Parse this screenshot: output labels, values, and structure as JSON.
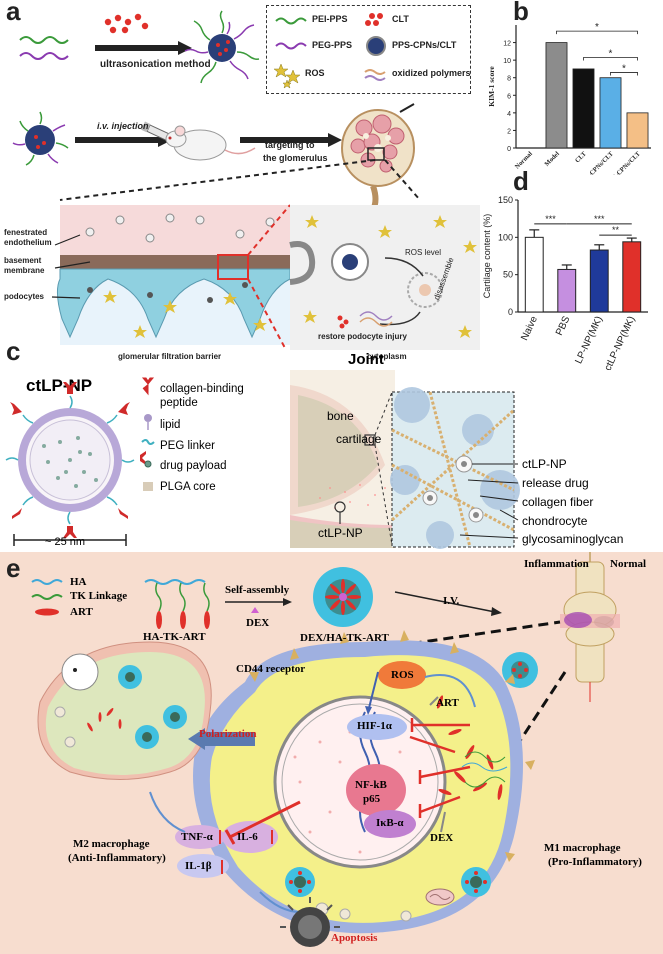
{
  "panel_a": {
    "label": "a",
    "method": "ultrasonication method",
    "legend": [
      "PEI-PPS",
      "CLT",
      "PEG-PPS",
      "PPS-CPNs/CLT",
      "ROS",
      "oxidized polymers"
    ],
    "iv": "i.v. injection",
    "targeting": [
      "targeting to",
      "the glomerulus"
    ],
    "barrier_labels": [
      "fenestrated",
      "endothelium",
      "basement",
      "membrane",
      "podocytes"
    ],
    "ros_level": "ROS level",
    "disassemble": "disassemble",
    "restore": "restore podocyte injury",
    "filtration": "glomerular filtration barrier",
    "cytoplasm": "cytoplasm"
  },
  "panel_b": {
    "label": "b"
  },
  "panel_c": {
    "label": "c",
    "title": "ctLP-NP",
    "legend": [
      "collagen-binding",
      "peptide",
      "lipid",
      "PEG linker",
      "drug payload",
      "PLGA core"
    ],
    "size": "~ 25 nm",
    "joint": "Joint",
    "bone": "bone",
    "cartilage": "cartilage",
    "np_label": "ctLP-NP",
    "right_labels": [
      "ctLP-NP",
      "release drug",
      "collagen fiber",
      "chondrocyte",
      "glycosaminoglycan"
    ]
  },
  "panel_d": {
    "label": "d"
  },
  "panel_e": {
    "label": "e",
    "legend": [
      "HA",
      "TK Linkage",
      "ART"
    ],
    "hatkart": "HA-TK-ART",
    "self_assembly": "Self-assembly",
    "dex": "DEX",
    "iv": "I.V.",
    "dexha": "DEX/HA-TK-ART",
    "inflammation": "Inflammation",
    "normal": "Normal",
    "cd44": "CD44 receptor",
    "ros": "ROS",
    "art": "ART",
    "hif": "HIF-1α",
    "nfkb": [
      "NF-kB",
      "p65"
    ],
    "ikb": "IκB-α",
    "dex2": "DEX",
    "polarization": "Polarization",
    "tnf": "TNF-α",
    "il6": "IL-6",
    "il1": "IL-1β",
    "m2": [
      "M2 macrophage",
      "(Anti-Inflammatory)"
    ],
    "m1": [
      "M1 macrophage",
      "(Pro-Inflammatory)"
    ],
    "apoptosis": "Apoptosis"
  },
  "chart_data": [
    {
      "type": "bar",
      "ylabel": "KIM-1 score",
      "ylim": [
        0,
        14
      ],
      "yticks": [
        0,
        2,
        4,
        6,
        8,
        10,
        12
      ],
      "categories": [
        "Normal",
        "Model",
        "CLT",
        "PCL-CPNs/CLT",
        "PPS-CPNs/CLT"
      ],
      "values": [
        0,
        12,
        9,
        8,
        4
      ],
      "colors": [
        "#ffffff",
        "#8c8c8c",
        "#111111",
        "#5aafe6",
        "#f4bf86"
      ],
      "significance": [
        "*",
        "*",
        "*"
      ]
    },
    {
      "type": "bar",
      "ylabel": "Cartilage content (%)",
      "ylim": [
        0,
        150
      ],
      "yticks": [
        0,
        50,
        100,
        150
      ],
      "categories": [
        "Naive",
        "PBS",
        "LP-NP(MK)",
        "ctLP-NP(MK)"
      ],
      "values": [
        100,
        57,
        83,
        94
      ],
      "errors": [
        10,
        6,
        7,
        5
      ],
      "colors": [
        "#ffffff",
        "#c58fe0",
        "#1f3a9a",
        "#e0302a"
      ],
      "significance": [
        "***",
        "***",
        "**"
      ]
    }
  ]
}
